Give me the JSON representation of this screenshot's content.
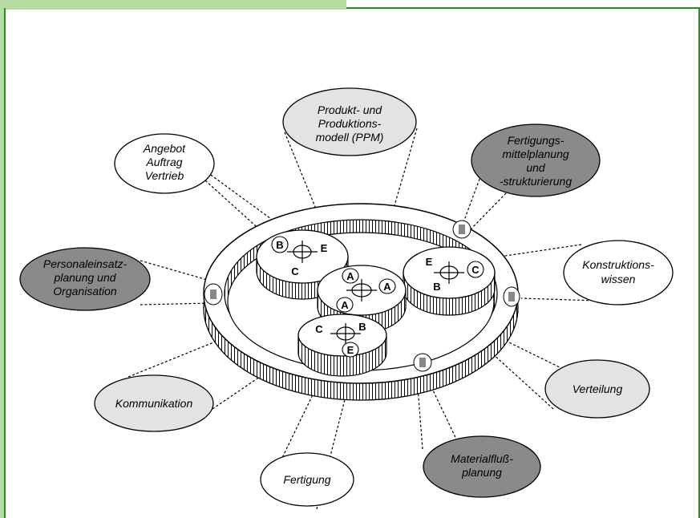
{
  "colors": {
    "light_fill": "#e3e3e3",
    "dark_fill": "#8a8a8a",
    "white_fill": "#ffffff",
    "frame_green": "#2e8b2e",
    "frame_light_green": "#b6dca4"
  },
  "bubbles": {
    "ppm": [
      "Produkt- und",
      "Produktions-",
      "modell (PPM)"
    ],
    "angebot": [
      "Angebot",
      "Auftrag",
      "Vertrieb"
    ],
    "fertigungsmittel": [
      "Fertigungs-",
      "mittelplanung",
      "und",
      "-strukturierung"
    ],
    "personal": [
      "Personaleinsatz-",
      "planung und",
      "Organisation"
    ],
    "konstruktion": [
      "Konstruktions-",
      "wissen"
    ],
    "kommunikation": [
      "Kommunikation"
    ],
    "verteilung": [
      "Verteilung"
    ],
    "fertigung": [
      "Fertigung"
    ],
    "materialfluss": [
      "Materialfluß-",
      "planung"
    ]
  },
  "gear_labels": {
    "left_gear": [
      "B",
      "E",
      "C"
    ],
    "center_gear": [
      "A",
      "A",
      "A"
    ],
    "right_gear": [
      "E",
      "C",
      "B"
    ],
    "bottom_gear": [
      "C",
      "B",
      "E"
    ]
  }
}
